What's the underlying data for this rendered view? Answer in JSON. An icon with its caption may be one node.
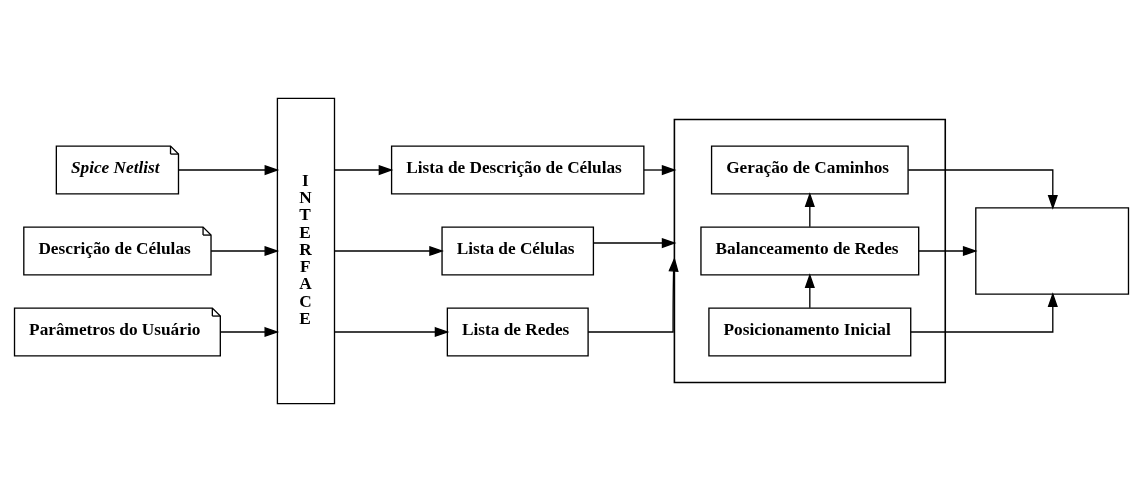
{
  "diagram": {
    "nodes": [
      {
        "text": [
          "Spice Netlist"
        ]
      },
      {
        "text": [
          "Descrição de Células"
        ]
      },
      {
        "text": [
          "Parâmetros do Usuário"
        ]
      },
      {
        "text": [
          "INTERFACE"
        ]
      },
      {
        "text": [
          "Lista de Descrição de Células"
        ]
      },
      {
        "text": [
          "Lista de Células"
        ]
      },
      {
        "text": [
          "Lista de Redes"
        ]
      },
      {
        "text": [],
        "shape": "box"
      },
      {
        "text": [
          "Posicionamento Inicial"
        ],
        "in": 7
      },
      {
        "text": [
          "Balanceamento de Redes"
        ],
        "in": 7
      },
      {
        "text": [
          "Geração de Caminhos"
        ],
        "in": 7
      },
      {
        "text": [],
        "shape": "box"
      }
    ],
    "edges": [
      {
        "from": 0,
        "to": 3,
        "arrow": "to"
      },
      {
        "from": 1,
        "to": 3,
        "arrow": "to"
      },
      {
        "from": 2,
        "to": 3,
        "arrow": "to"
      },
      {
        "from": 3,
        "to": 4,
        "arrow": "to"
      },
      {
        "from": 3,
        "to": 5,
        "arrow": "to"
      },
      {
        "from": 3,
        "to": 6,
        "arrow": "to"
      },
      {
        "from": 4,
        "to": 7,
        "arrow": "to"
      },
      {
        "from": 5,
        "to": 7,
        "arrow": "to"
      },
      {
        "from": 6,
        "to": 7,
        "arrow": "to"
      },
      {
        "from": 8,
        "to": 9,
        "arrow": "to"
      },
      {
        "from": 9,
        "to": 10,
        "arrow": "to"
      },
      {
        "from": 8,
        "to": 11,
        "arrow": "to"
      },
      {
        "from": 9,
        "to": 11,
        "arrow": "to"
      },
      {
        "from": 10,
        "to": 11,
        "arrow": "to"
      }
    ]
  }
}
